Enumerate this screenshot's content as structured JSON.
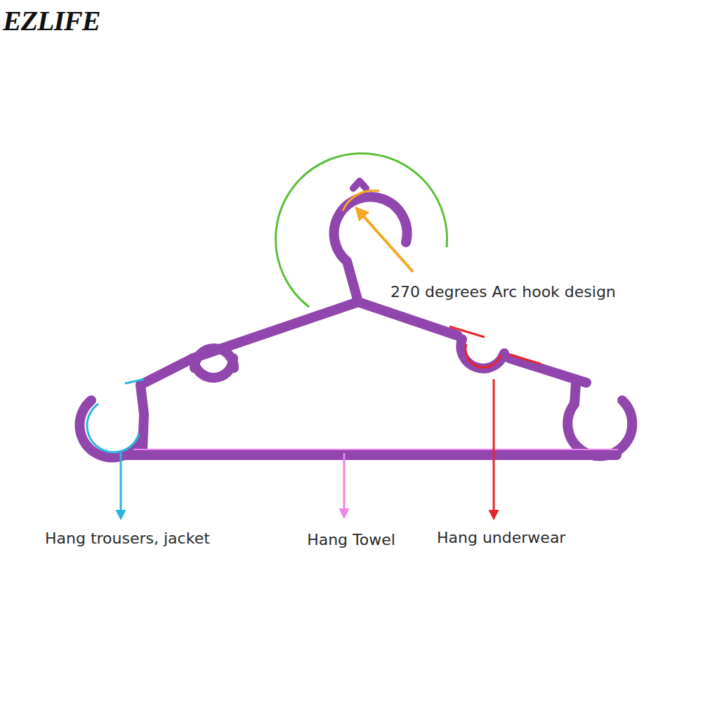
{
  "diagram": {
    "labels": [
      "EZLIFE",
      "270 degrees Arc hook design",
      "Hang trousers, jacket",
      "Hang Towel",
      "Hang underwear"
    ]
  }
}
